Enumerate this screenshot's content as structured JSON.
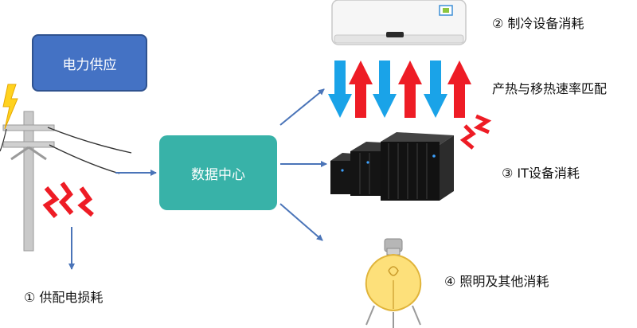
{
  "boxes": {
    "power_supply": "电力供应",
    "data_center": "数据中心"
  },
  "labels": {
    "distribution_loss": "① 供配电损耗",
    "cooling": "② 制冷设备消耗",
    "heat_balance": "产热与移热速率匹配",
    "it_equipment": "③ IT设备消耗",
    "lighting_other": "④ 照明及其他消耗"
  },
  "colors": {
    "power_box": "#4472c4",
    "data_center_box": "#38b2a8",
    "connector_arrow": "#4a74b8",
    "hot_arrow": "#ee1c25",
    "cold_arrow": "#1aa3e8",
    "loss_zigzag": "#ee1c25",
    "lightning": "#ffd21f"
  },
  "icons": {
    "pole": "utility-pole-icon",
    "ac": "air-conditioner-icon",
    "servers": "server-rack-icon",
    "bulb": "light-bulb-icon"
  }
}
